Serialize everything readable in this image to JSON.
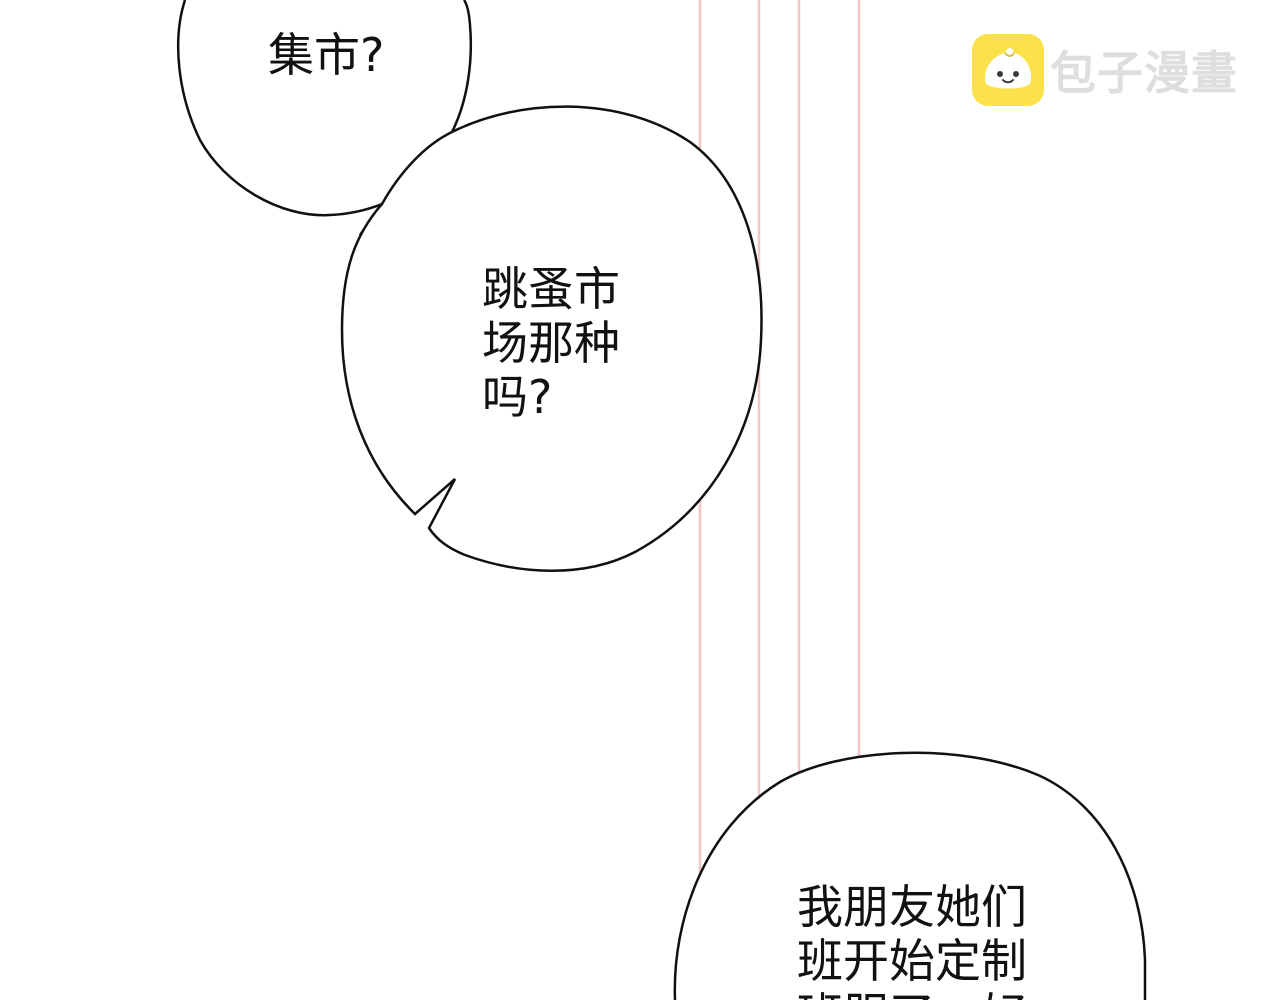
{
  "bubbles": {
    "top": "集市?",
    "middle": "跳蚤市\n场那种\n吗?",
    "bottom": "我朋友她们\n班开始定制\n班服了，好"
  },
  "watermark": {
    "text": "包子漫畫",
    "logo_icon": "steamed-bun-icon"
  },
  "colors": {
    "bubble_stroke": "#111111",
    "panel_border": "#f3c5c5",
    "logo_bg": "#fbe24a",
    "watermark_text": "#dedede"
  }
}
